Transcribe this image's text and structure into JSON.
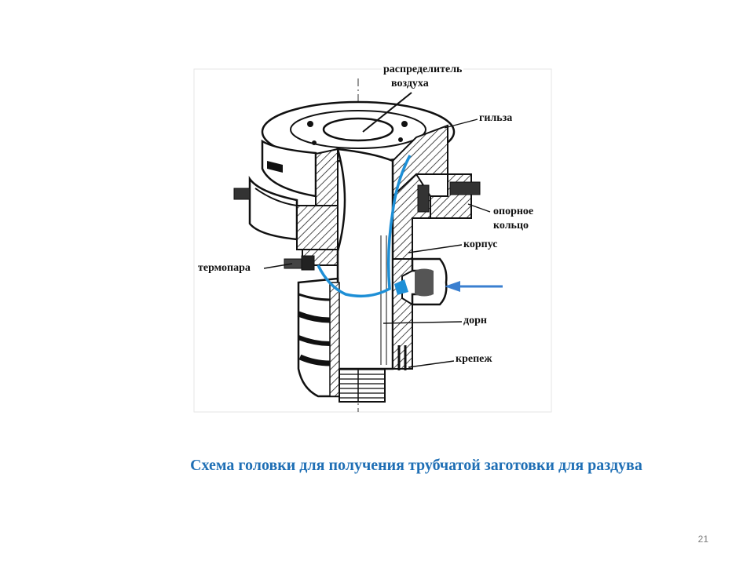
{
  "caption": "Схема головки для получения трубчатой заготовки для раздува",
  "page_number": "21",
  "labels": {
    "air_distributor_1": "распределитель",
    "air_distributor_2": "воздуха",
    "sleeve": "гильза",
    "support_ring_1": "опорное",
    "support_ring_2": "кольцо",
    "body": "корпус",
    "thermocouple": "термопара",
    "mandrel": "дорн",
    "fastener": "крепеж"
  },
  "colors": {
    "caption": "#1f6fb5",
    "flow_line": "#1e8fd6",
    "arrow": "#3a7fd0",
    "outline": "#111111"
  }
}
